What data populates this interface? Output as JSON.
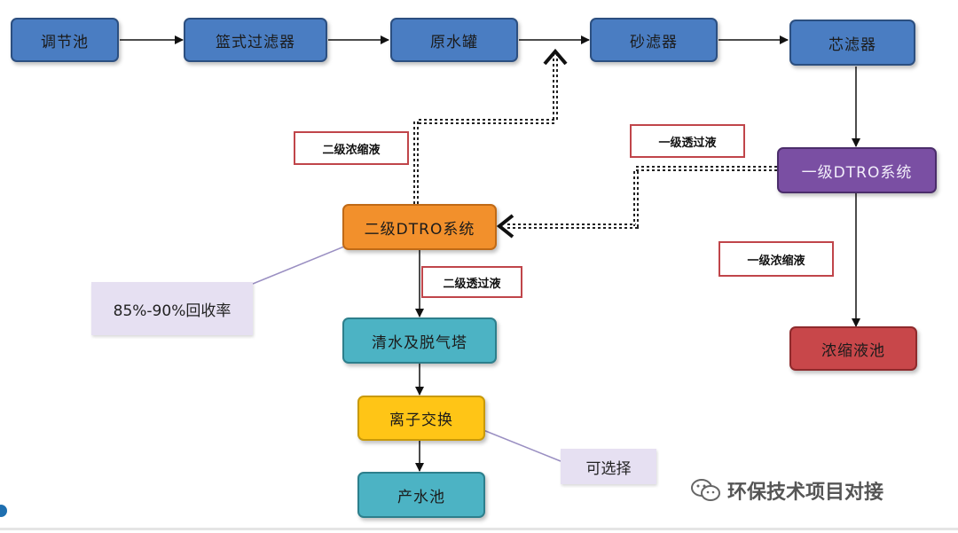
{
  "nodes": {
    "tiaojie": "调节池",
    "lanshi": "篮式过滤器",
    "yuanshui": "原水罐",
    "shalv": "砂滤器",
    "xinlv": "芯滤器",
    "dtro1": "一级DTRO系统",
    "dtro2": "二级DTRO系统",
    "qingshui": "清水及脱气塔",
    "lizi": "离子交换",
    "chanshui": "产水池",
    "nongsuo": "浓缩液池"
  },
  "labels": {
    "erji_nong": "二级浓缩液",
    "yiji_tou": "一级透过液",
    "erji_tou": "二级透过液",
    "yiji_nong": "一级浓缩液"
  },
  "notes": {
    "recovery": "85%-90%回收率",
    "optional": "可选择"
  },
  "watermark": "环保技术项目对接",
  "colors": {
    "blue": "#4a7dc2",
    "purple": "#7a4fa3",
    "orange": "#f2902c",
    "teal": "#4cb3c4",
    "yellow": "#ffc516",
    "red": "#c8474a",
    "label_border": "#c0454a"
  }
}
